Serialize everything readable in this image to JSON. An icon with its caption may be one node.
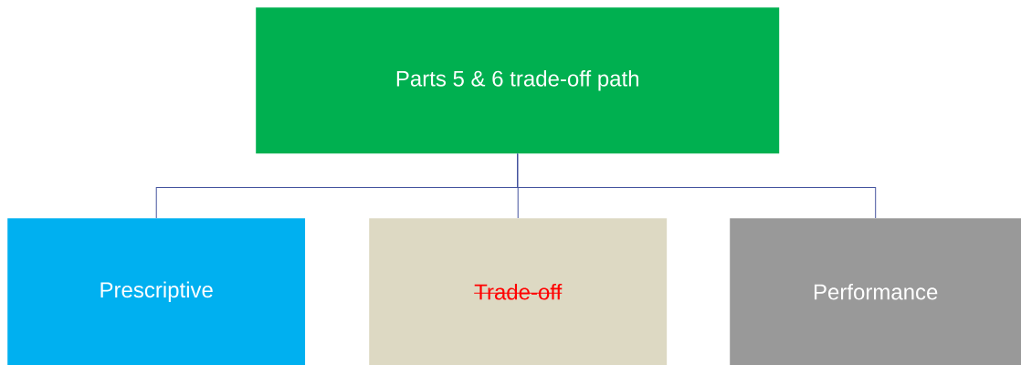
{
  "diagram": {
    "nodes": [
      {
        "text": [
          "Parts 5 & 6 trade-off path"
        ]
      },
      {
        "text": [
          "Prescriptive"
        ]
      },
      {
        "text": [
          "Trade-off"
        ]
      },
      {
        "text": [
          "Performance"
        ]
      }
    ],
    "edges": [
      {
        "from": 0,
        "to": 1,
        "arrow": "none"
      },
      {
        "from": 0,
        "to": 2,
        "arrow": "none"
      },
      {
        "from": 0,
        "to": 3,
        "arrow": "none"
      }
    ]
  }
}
